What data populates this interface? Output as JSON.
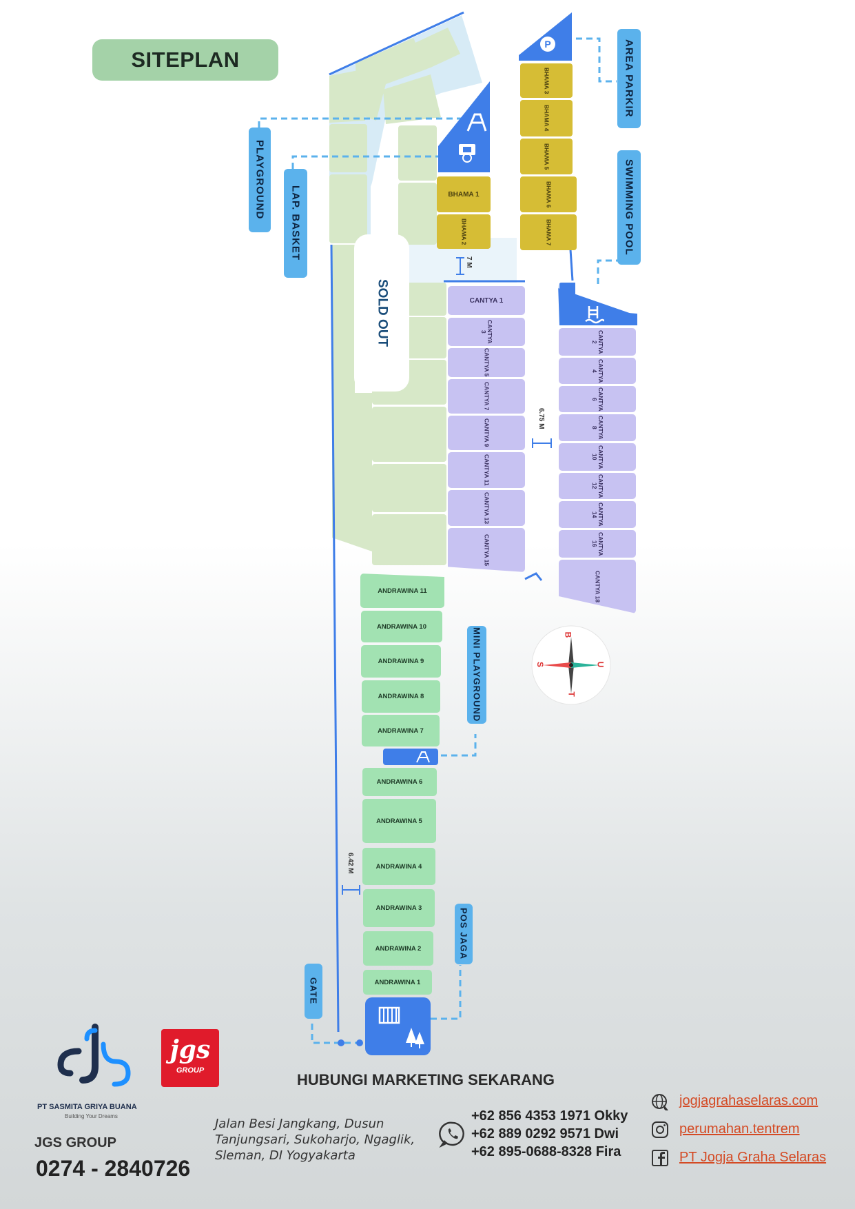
{
  "title": "SITEPLAN",
  "labels": {
    "area_parkir": "AREA PARKIR",
    "playground": "PLAYGROUND",
    "lap_basket": "LAP. BASKET",
    "swimming_pool": "SWIMMING POOL",
    "mini_playground": "MINI PLAYGROUND",
    "pos_jaga": "POS JAGA",
    "gate": "GATE",
    "sold_out": "SOLD OUT"
  },
  "dimensions": {
    "d1": "7 M",
    "d2": "6.75 M",
    "d3": "6.42 M"
  },
  "compass": {
    "n": "U",
    "s": "S",
    "e": "T",
    "w": "B"
  },
  "bhama": [
    "BHAMA 1",
    "BHAMA 2",
    "BHAMA 3",
    "BHAMA 4",
    "BHAMA 5",
    "BHAMA 6",
    "BHAMA 7"
  ],
  "cantya_left": [
    "CANTYA 1",
    "CANTYA 3",
    "CANTYA 5",
    "CANTYA 7",
    "CANTYA 9",
    "CANTYA 11",
    "CANTYA 13",
    "CANTYA 15"
  ],
  "cantya_right": [
    "CANTYA 2",
    "CANTYA 4",
    "CANTYA 6",
    "CANTYA 8",
    "CANTYA 10",
    "CANTYA 12",
    "CANTYA 14",
    "CANTYA 16",
    "CANTYA 18"
  ],
  "andrawina": [
    "ANDRAWINA 11",
    "ANDRAWINA 10",
    "ANDRAWINA 9",
    "ANDRAWINA 8",
    "ANDRAWINA 7",
    "ANDRAWINA 6",
    "ANDRAWINA 5",
    "ANDRAWINA 4",
    "ANDRAWINA 3",
    "ANDRAWINA 2",
    "ANDRAWINA 1"
  ],
  "footer": {
    "company_name": "PT SASMITA GRIYA BUANA",
    "tagline": "Building Your Dreams",
    "jgs_logo_text": "jgs",
    "jgs_logo_sub": "GROUP",
    "group_name": "JGS GROUP",
    "office_phone": "0274 - 2840726",
    "cta": "HUBUNGI MARKETING SEKARANG",
    "address": [
      "Jalan Besi Jangkang, Dusun",
      "Tanjungsari, Sukoharjo, Ngaglik,",
      "Sleman, DI Yogyakarta"
    ],
    "phones": [
      "+62 856 4353 1971 Okky",
      "+62 889 0292 9571 Dwi",
      "+62 895-0688-8328 Fira"
    ],
    "website": "jogjagrahaselaras.com",
    "instagram": "perumahan.tentrem",
    "facebook": "PT Jogja Graha Selaras"
  },
  "colors": {
    "accent_blue": "#3f7ee8",
    "label_blue": "#5bb2ec",
    "bhama": "#d6bd35",
    "cantya": "#c7c2f2",
    "andrawina": "#a2e2b2",
    "green_lot": "#d7e8c8",
    "title_green": "#a4d2a8",
    "link_red": "#d44a24"
  },
  "icons": [
    "parking-icon",
    "playground-icon",
    "basketball-icon",
    "pool-icon",
    "gate-icon",
    "tree-icon",
    "globe-icon",
    "instagram-icon",
    "facebook-icon",
    "whatsapp-icon",
    "compass-icon"
  ]
}
